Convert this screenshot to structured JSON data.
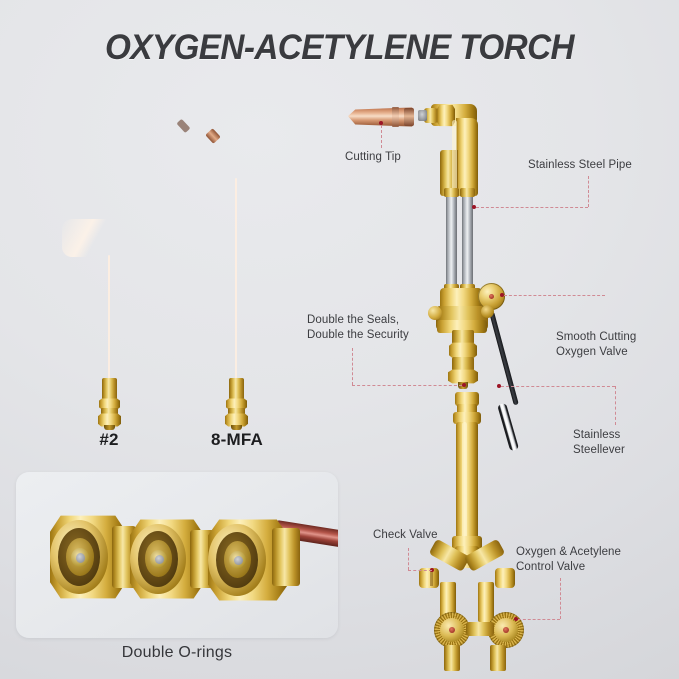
{
  "page": {
    "title": "OXYGEN-ACETYLENE TORCH",
    "background_top": "#e9eaed",
    "background_bottom": "#d5d6da",
    "leader_line_color": "#d08a94",
    "leader_dot_color": "#9c1526",
    "title_color": "#3a3b3f",
    "label_color": "#3c3d41"
  },
  "callouts": [
    {
      "id": "cutting-tip",
      "label": "Cutting Tip"
    },
    {
      "id": "stainless-pipe",
      "label": "Stainless Steel Pipe"
    },
    {
      "id": "double-seals",
      "label": "Double the Seals,\nDouble the Security"
    },
    {
      "id": "oxygen-valve",
      "label": "Smooth Cutting\nOxygen Valve"
    },
    {
      "id": "steel-lever",
      "label": "Stainless\nSteellever"
    },
    {
      "id": "check-valve",
      "label": "Check Valve"
    },
    {
      "id": "control-valve",
      "label": "Oxygen & Acetylene\nControl Valve"
    }
  ],
  "tips": [
    {
      "id": "tip-2",
      "name": "#2"
    },
    {
      "id": "tip-8mfa",
      "name": "8-MFA"
    }
  ],
  "inset": {
    "caption": "Double O-rings",
    "fitting_count": 3
  }
}
